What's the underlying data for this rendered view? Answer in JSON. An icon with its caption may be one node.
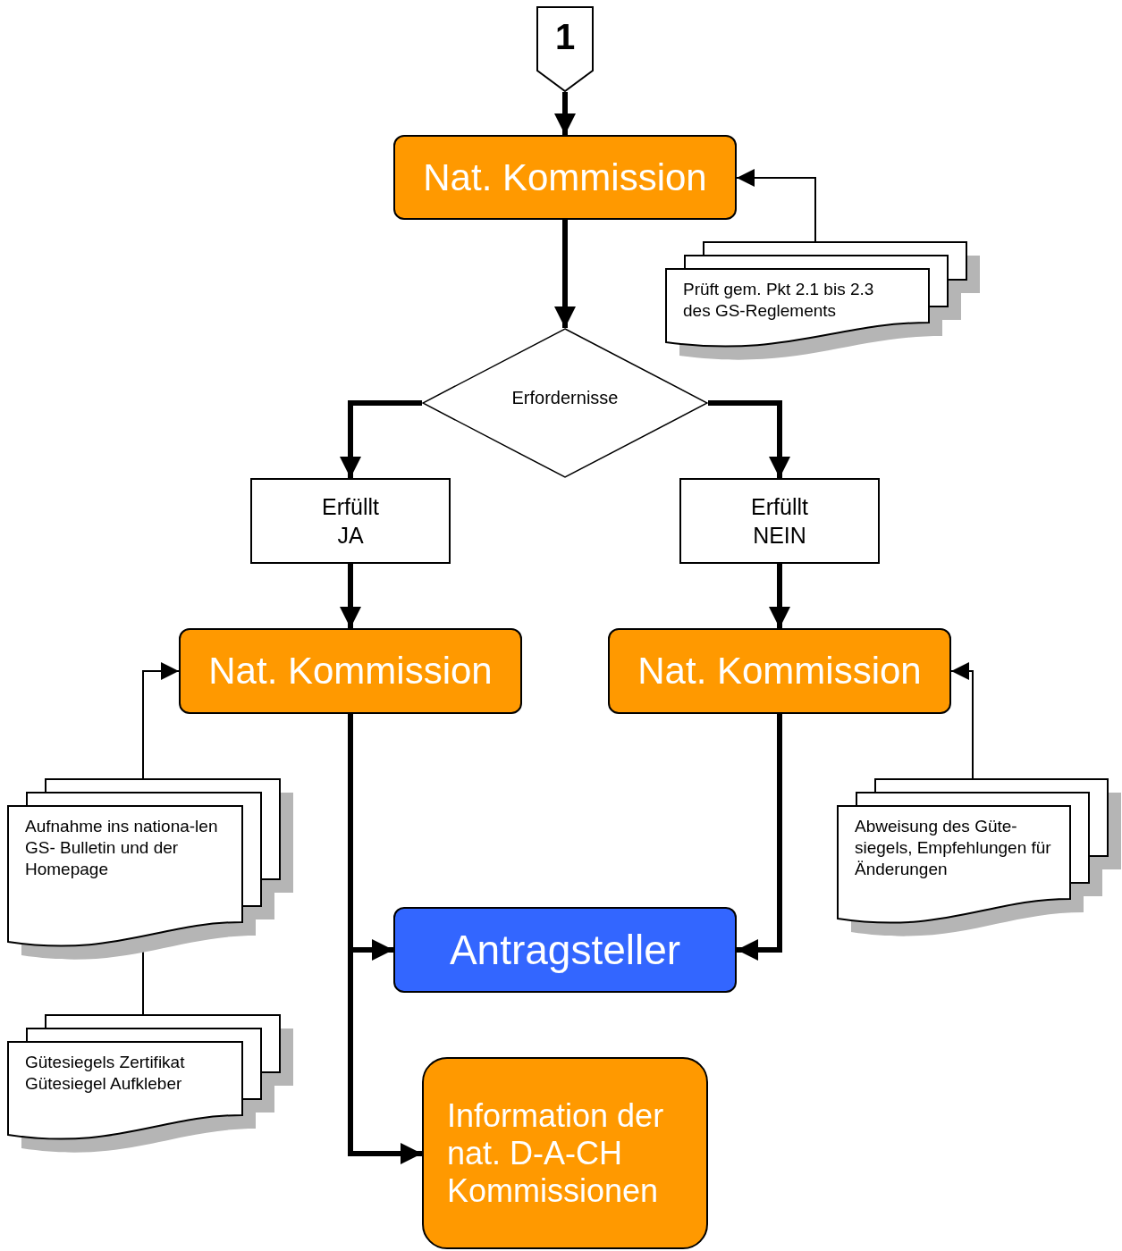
{
  "diagram": {
    "nodes": [
      {
        "text": [
          "1"
        ]
      },
      {
        "text": [
          "Nat. Kommission"
        ]
      },
      {
        "text": [
          "Prüft gem. Pkt 2.1 bis 2.3 des GS-Reglements"
        ]
      },
      {
        "text": [
          "Erfordernisse"
        ]
      },
      {
        "text": [
          "Erfüllt JA"
        ]
      },
      {
        "text": [
          "Erfüllt NEIN"
        ]
      },
      {
        "text": [
          "Nat. Kommission"
        ]
      },
      {
        "text": [
          "Nat. Kommission"
        ]
      },
      {
        "text": [
          "Aufnahme ins nationa-len GS- Bulletin und der Homepage"
        ]
      },
      {
        "text": [
          "Gütesiegels Zertifikat",
          "Gütesiegel Aufkleber"
        ]
      },
      {
        "text": [
          "Abweisung des Güte-siegels, Empfehlungen für Änderungen"
        ]
      },
      {
        "text": [
          "Antragsteller"
        ]
      },
      {
        "text": [
          "Information der nat. D-A-CH Kommissionen"
        ]
      }
    ],
    "edges": [
      {
        "from": 0,
        "to": 1,
        "arrow": "to"
      },
      {
        "from": 1,
        "to": 3,
        "arrow": "to"
      },
      {
        "from": 3,
        "to": 4,
        "arrow": "to"
      },
      {
        "from": 3,
        "to": 5,
        "arrow": "to"
      },
      {
        "from": 4,
        "to": 6,
        "arrow": "to"
      },
      {
        "from": 5,
        "to": 7,
        "arrow": "to"
      },
      {
        "from": 6,
        "to": 11,
        "arrow": "to"
      },
      {
        "from": 6,
        "to": 12,
        "arrow": "to"
      },
      {
        "from": 7,
        "to": 11,
        "arrow": "to"
      },
      {
        "from": 2,
        "to": 1,
        "arrow": "to"
      },
      {
        "from": 8,
        "to": 6,
        "arrow": "to"
      },
      {
        "from": 8,
        "to": 9,
        "arrow": "none"
      },
      {
        "from": 10,
        "to": 7,
        "arrow": "to"
      }
    ]
  }
}
